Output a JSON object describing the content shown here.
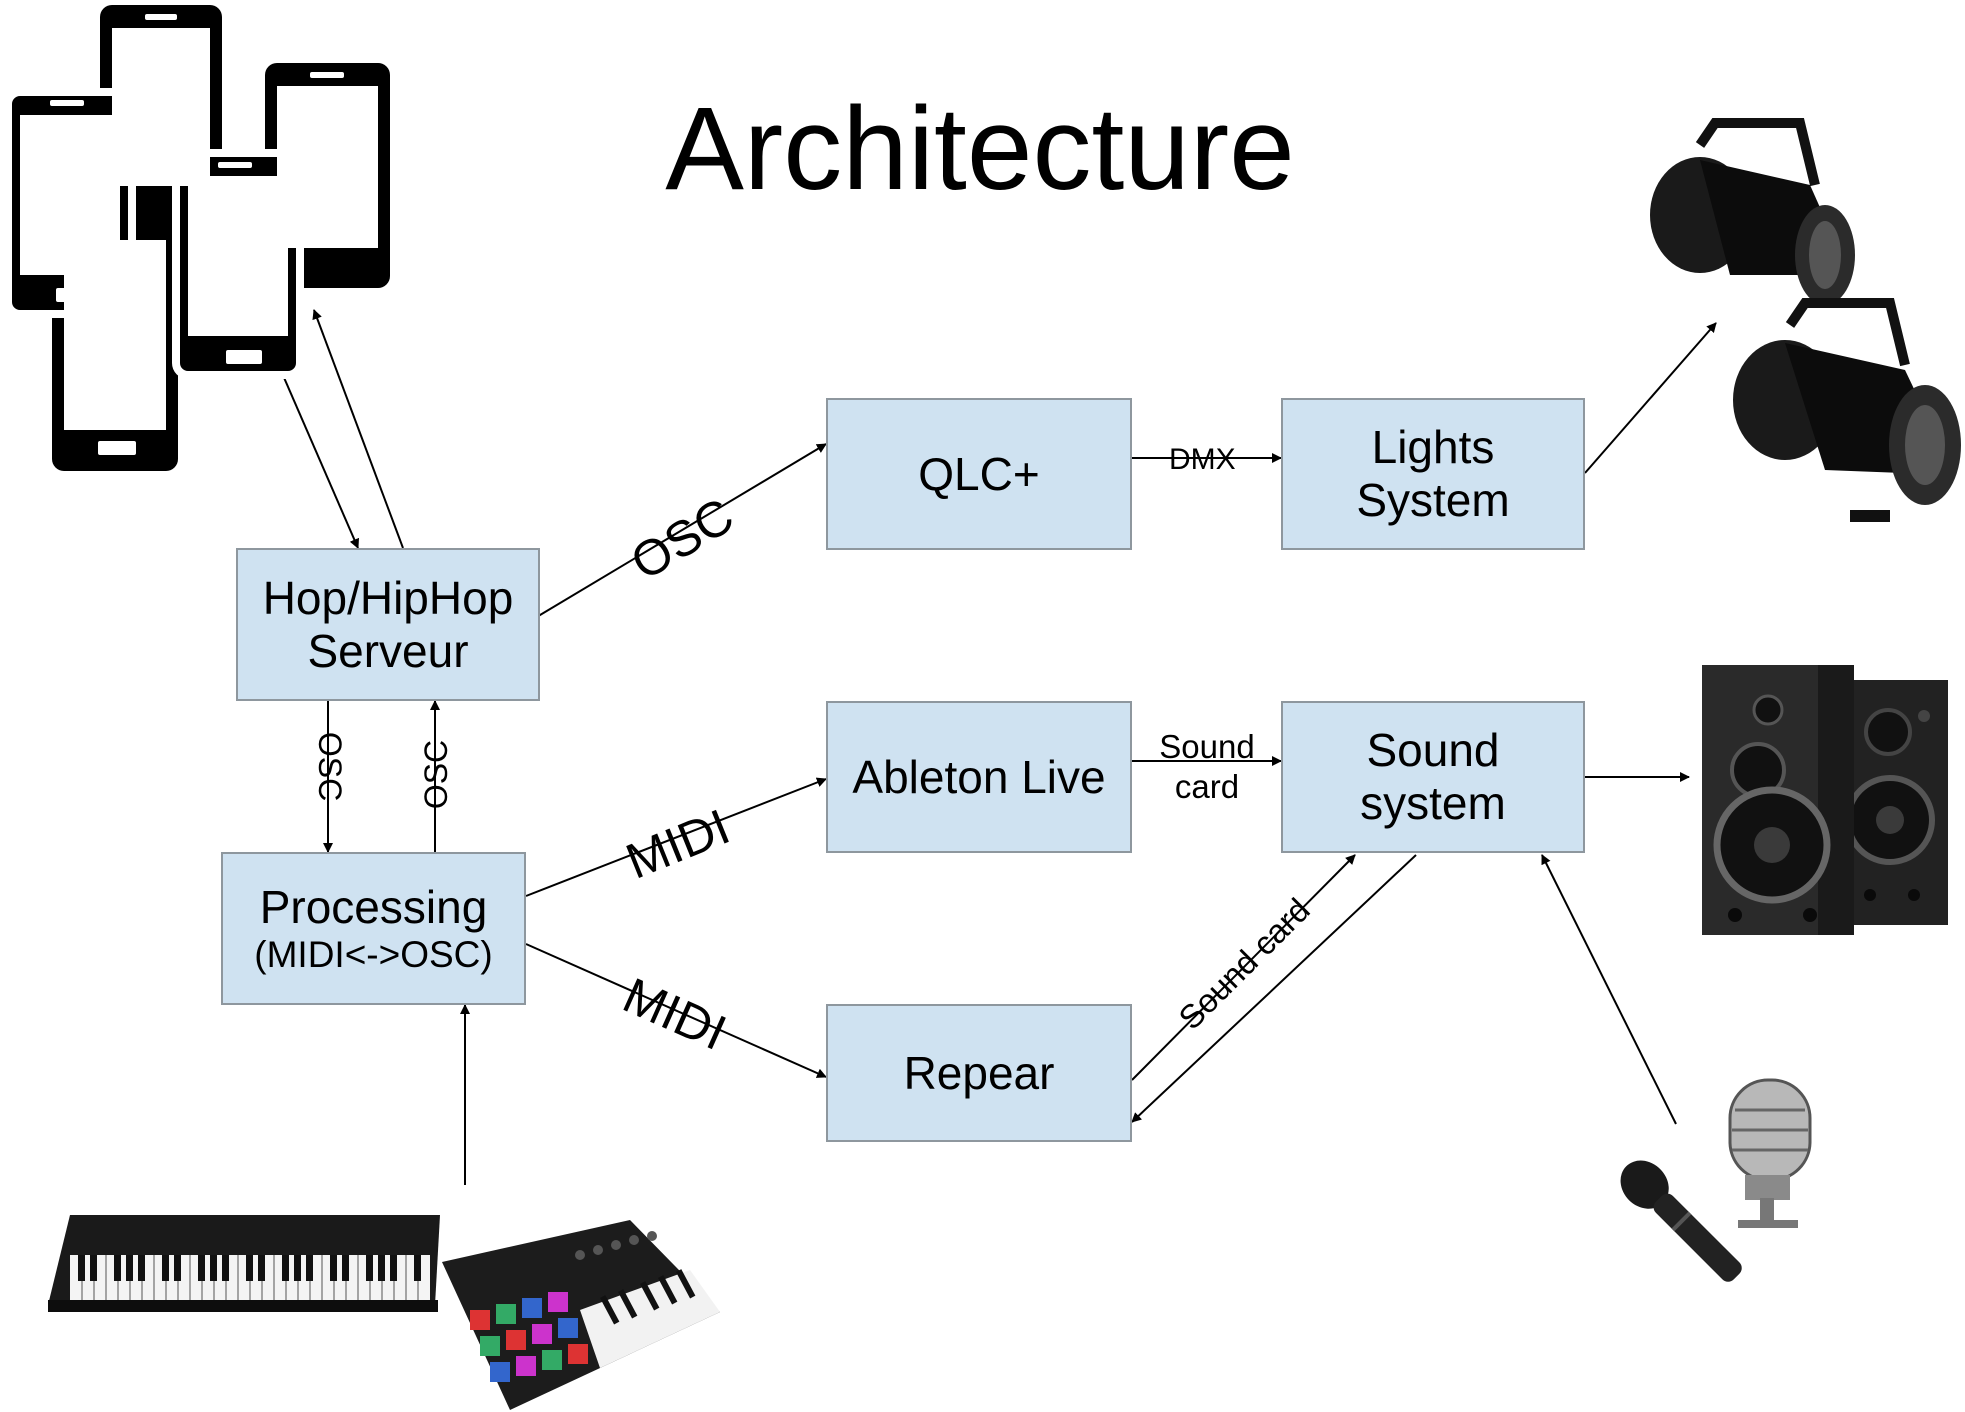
{
  "title": "Architecture",
  "nodes": {
    "hop": {
      "line1": "Hop/HipHop",
      "line2": "Serveur"
    },
    "processing": {
      "line1": "Processing",
      "line2": "(MIDI<->OSC)"
    },
    "qlc": {
      "label": "QLC+"
    },
    "lights": {
      "line1": "Lights",
      "line2": "System"
    },
    "ableton": {
      "label": "Ableton Live"
    },
    "sound": {
      "line1": "Sound",
      "line2": "system"
    },
    "repear": {
      "label": "Repear"
    }
  },
  "edges": {
    "hop_qlc": "OSC",
    "hop_proc_down": "OSC",
    "proc_hop_up": "OSC",
    "qlc_lights": "DMX",
    "proc_ableton": "MIDI",
    "proc_repear": "MIDI",
    "ableton_sound": {
      "line1": "Sound",
      "line2": "card"
    },
    "repear_sound": "Sound card"
  },
  "icons": [
    "smartphones-icon",
    "stage-lights-icon",
    "speakers-icon",
    "microphones-icon",
    "keyboards-icon"
  ],
  "colors": {
    "box_fill": "#cfe2f1",
    "box_border": "#8e979e",
    "line": "#000000"
  }
}
